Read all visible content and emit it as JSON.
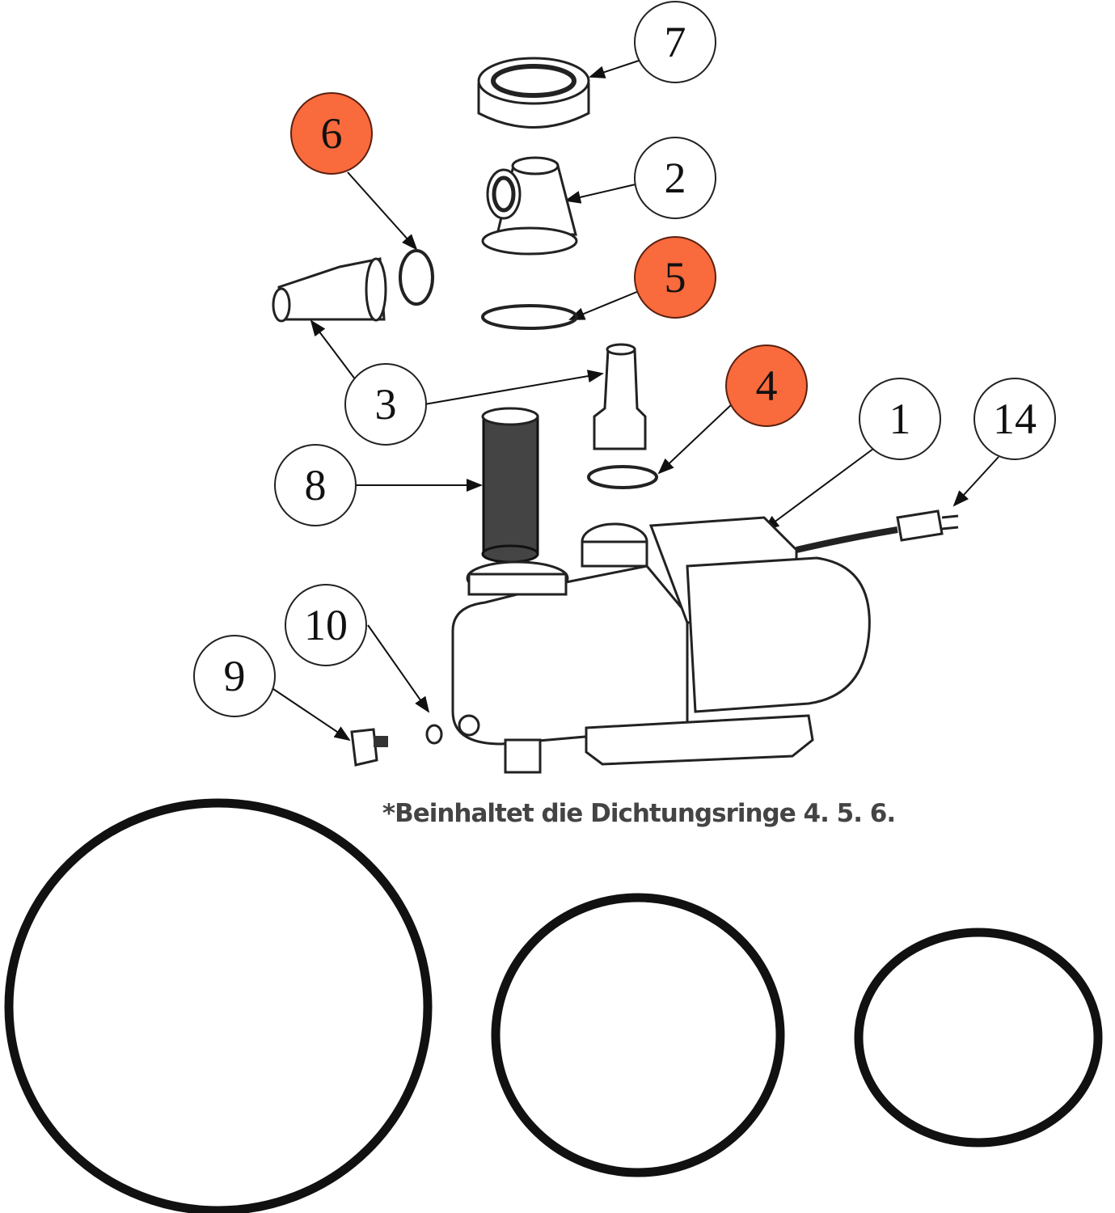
{
  "diagram": {
    "callouts": [
      {
        "label": "7",
        "highlighted": false
      },
      {
        "label": "6",
        "highlighted": true
      },
      {
        "label": "2",
        "highlighted": false
      },
      {
        "label": "5",
        "highlighted": true
      },
      {
        "label": "3",
        "highlighted": false
      },
      {
        "label": "4",
        "highlighted": true
      },
      {
        "label": "1",
        "highlighted": false
      },
      {
        "label": "14",
        "highlighted": false
      },
      {
        "label": "8",
        "highlighted": false
      },
      {
        "label": "10",
        "highlighted": false
      },
      {
        "label": "9",
        "highlighted": false
      }
    ],
    "caption": "*Beinhaltet die Dichtungsringe 4. 5. 6.",
    "colors": {
      "highlight": "#f96a3c",
      "outline": "#222222",
      "caption": "#444444"
    }
  }
}
